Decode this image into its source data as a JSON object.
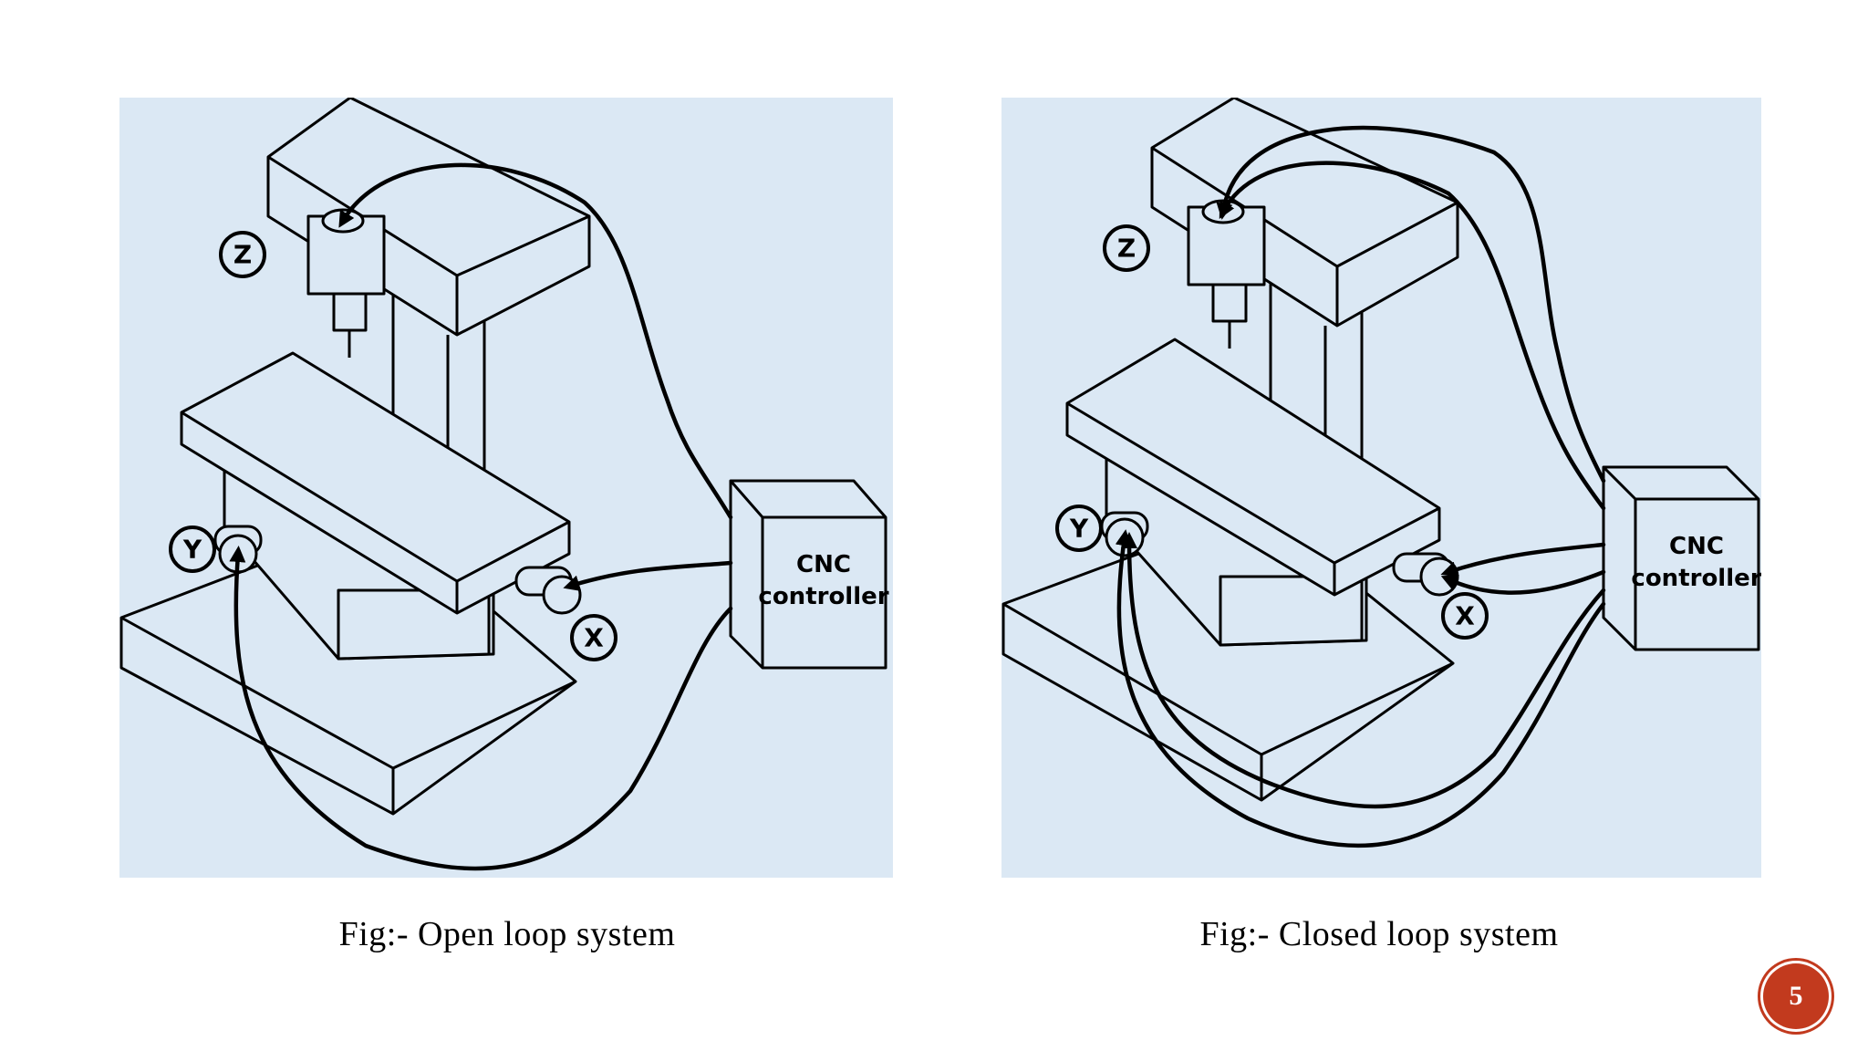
{
  "figures": [
    {
      "id": "open",
      "caption": "Fig:- Open loop system",
      "controller_lines": [
        "CNC",
        "controller"
      ],
      "axis_labels": {
        "x": "X",
        "y": "Y",
        "z": "Z"
      }
    },
    {
      "id": "closed",
      "caption": "Fig:- Closed loop system",
      "controller_lines": [
        "CNC",
        "controller"
      ],
      "axis_labels": {
        "x": "X",
        "y": "Y",
        "z": "Z"
      }
    }
  ],
  "page_number": "5",
  "colors": {
    "panel_background": "#dbe8f4",
    "line": "#000000",
    "page_badge": "#c23a1e"
  }
}
